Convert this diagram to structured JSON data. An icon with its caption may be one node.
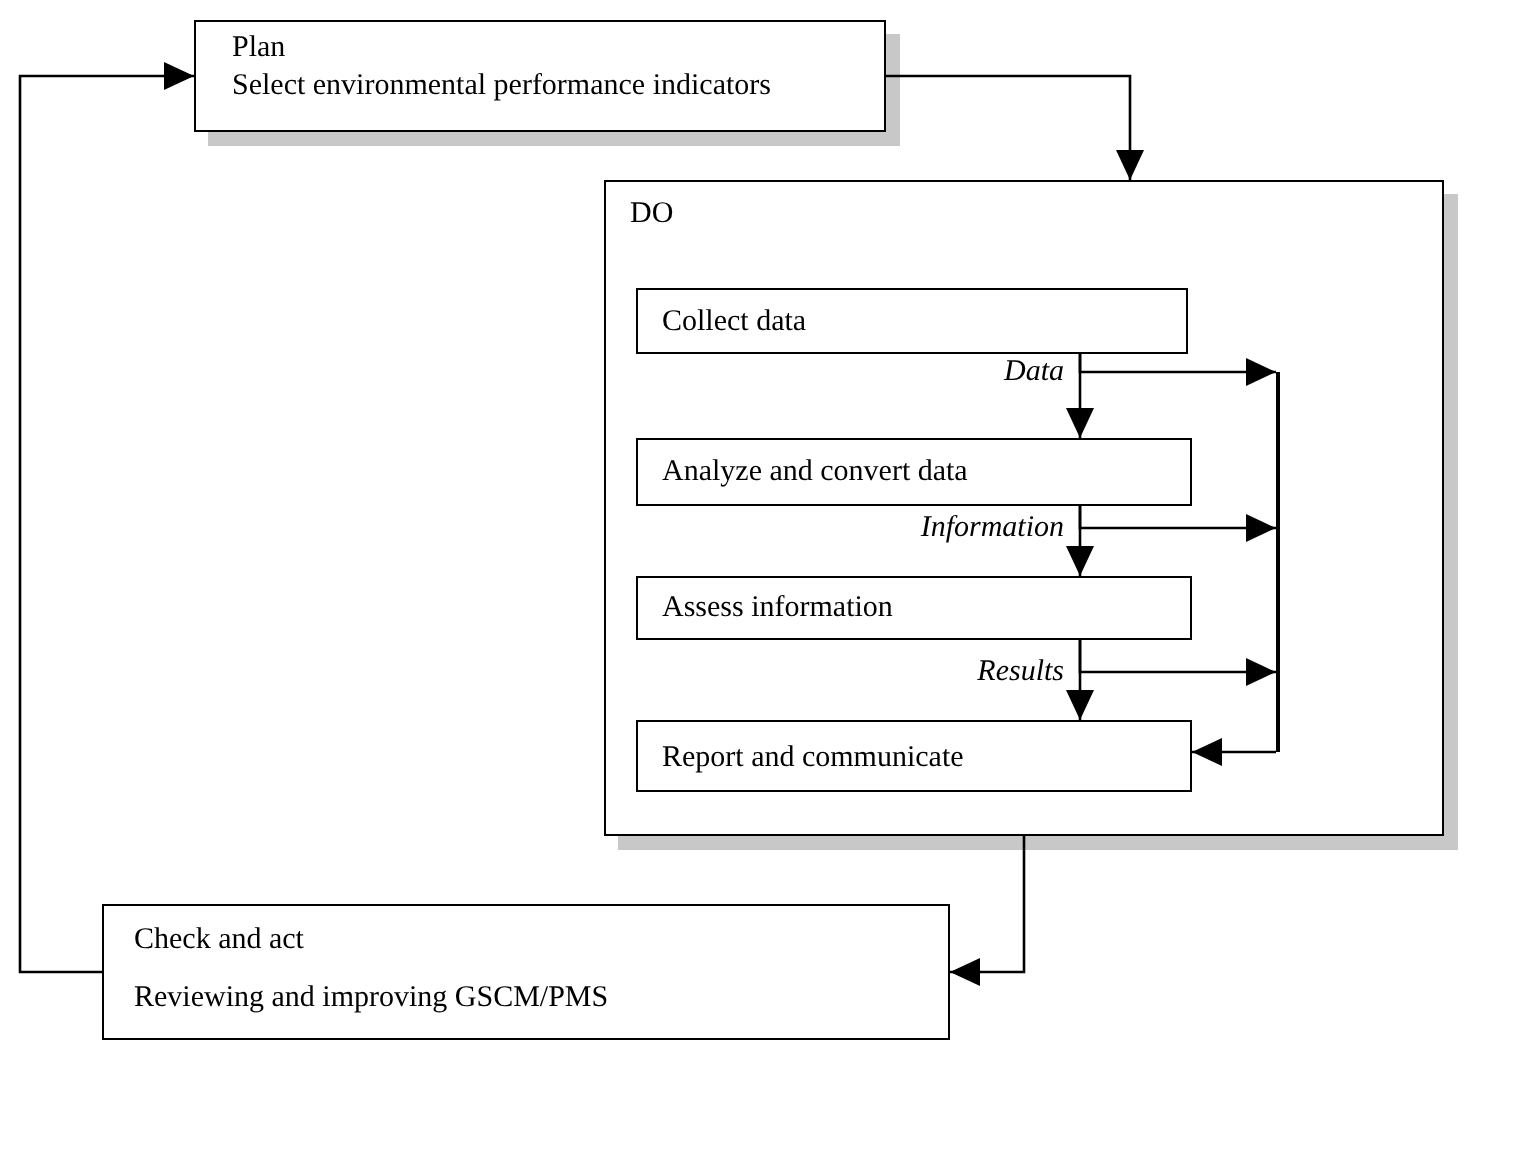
{
  "diagram": {
    "nodes": [
      {
        "text": [
          "Plan",
          "Select environmental performance indicators"
        ]
      },
      {
        "text": [
          "DO"
        ]
      },
      {
        "text": [
          "Collect data"
        ],
        "in": 1
      },
      {
        "text": [
          "Analyze and convert data"
        ],
        "in": 1
      },
      {
        "text": [
          "Assess information"
        ],
        "in": 1
      },
      {
        "text": [
          "Report and communicate"
        ],
        "in": 1
      },
      {
        "text": [],
        "shape": "bar",
        "in": 1
      },
      {
        "text": [
          "Check and act",
          "Reviewing and improving GSCM/PMS"
        ]
      }
    ],
    "edges": [
      {
        "from": 0,
        "to": 1,
        "arrow": "to"
      },
      {
        "from": 2,
        "to": 3,
        "label": "Data",
        "arrow": "to"
      },
      {
        "from": 3,
        "to": 4,
        "label": "Information",
        "arrow": "to"
      },
      {
        "from": 4,
        "to": 5,
        "label": "Results",
        "arrow": "to"
      },
      {
        "from": 2,
        "to": 6,
        "arrow": "to"
      },
      {
        "from": 3,
        "to": 6,
        "arrow": "to"
      },
      {
        "from": 4,
        "to": 6,
        "arrow": "to"
      },
      {
        "from": 6,
        "to": 5,
        "arrow": "to"
      },
      {
        "from": 1,
        "to": 7,
        "arrow": "to"
      },
      {
        "from": 7,
        "to": 0,
        "arrow": "to"
      }
    ]
  }
}
